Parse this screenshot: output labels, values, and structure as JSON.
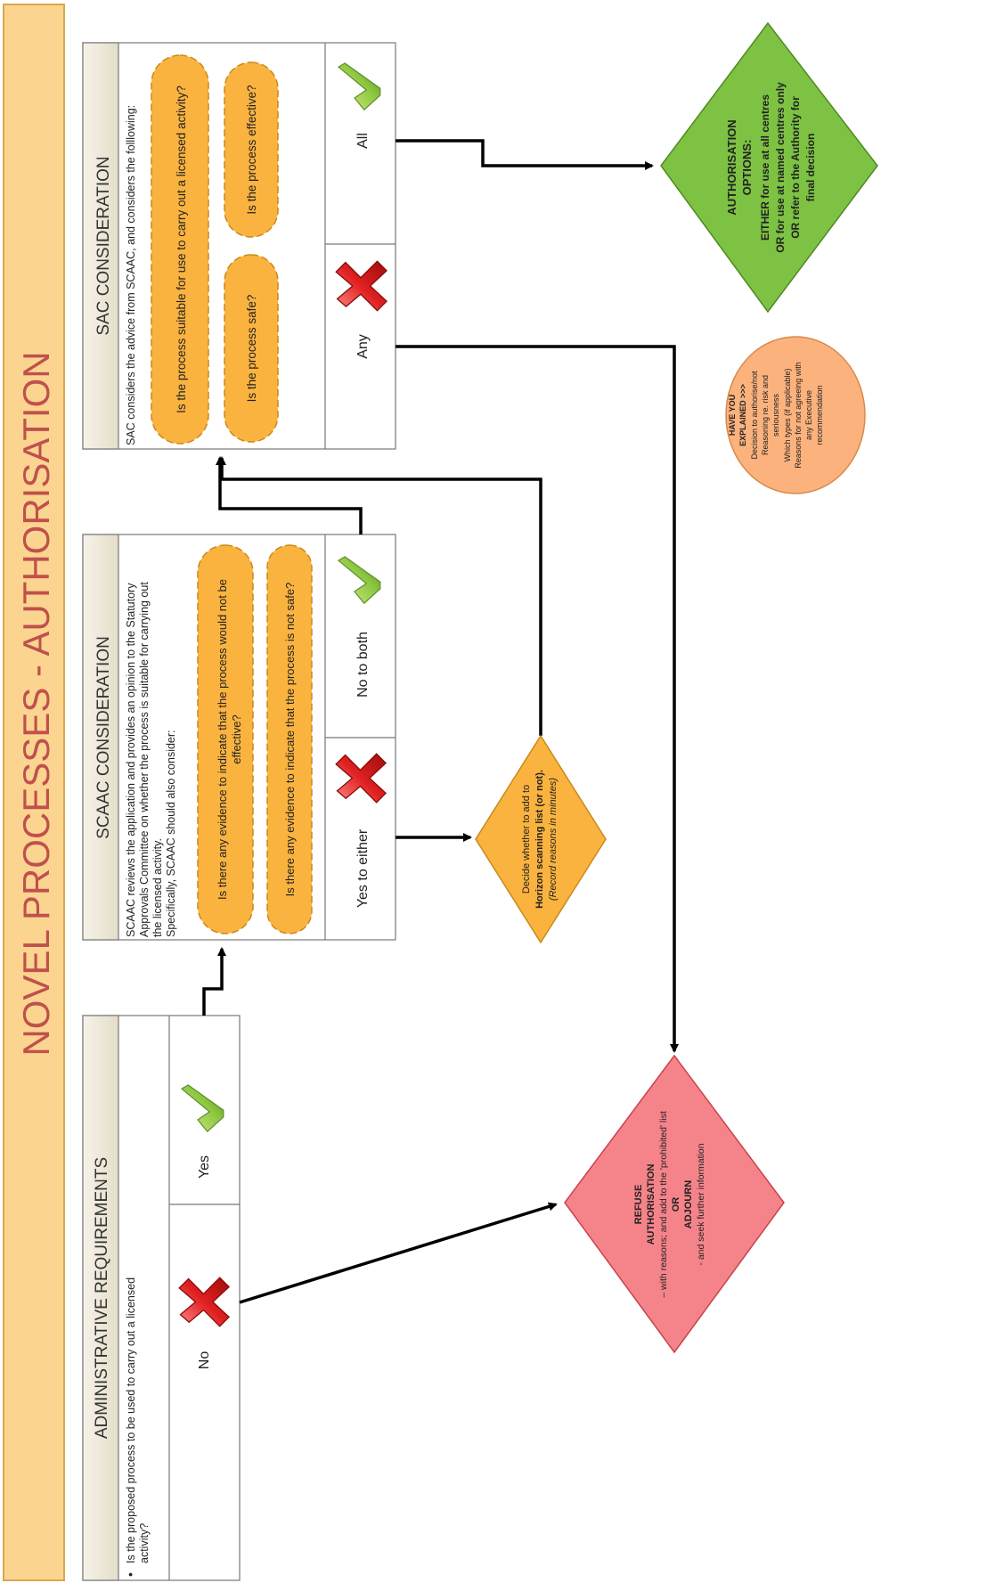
{
  "page_title": "NOVEL PROCESSES - AUTHORISATION",
  "admin": {
    "title": "ADMINISTRATIVE REQUIREMENTS",
    "bullet_l1": "Is the proposed process to be used to carry out a licensed",
    "bullet_l2": "activity?",
    "yes": "Yes",
    "no": "No"
  },
  "scaac": {
    "title": "SCAAC CONSIDERATION",
    "desc_l1": "SCAAC reviews the application and provides an opinion to the Statutory",
    "desc_l2": "Approvals Committee on whether the process is suitable for carrying out",
    "desc_l3": "the licensed activity.",
    "desc_l4": "Specifically, SCAAC should also consider:",
    "q1_l1": "Is there any evidence to indicate that the process would not be",
    "q1_l2": "effective?",
    "q2": "Is there any evidence to indicate that the process is not safe?",
    "yes_either": "Yes to either",
    "no_both": "No to both"
  },
  "sac": {
    "title": "SAC CONSIDERATION",
    "desc": "SAC considers the advice from SCAAC, and considers the folllowing:",
    "q_suitable": "Is the process suitable for use to carry out a licensed activity?",
    "q_safe": "Is the process safe?",
    "q_effective": "Is the process effective?",
    "any": "Any",
    "all": "All"
  },
  "horizon": {
    "l1": "Decide whether to add to",
    "l2": "Horizon scanning list (or not).",
    "l3": "(Record reasons in minutes)"
  },
  "refuse": {
    "l1": "REFUSE",
    "l2": "AUTHORISATION",
    "l3": "– with reasons; and add to the 'prohibited' list",
    "l4": "OR",
    "l5": "ADJOURN",
    "l6": "- and seek further information"
  },
  "options": {
    "l1": "AUTHORISATION",
    "l2": "OPTIONS:",
    "l3": "EITHER for use at all centres",
    "l4": "OR for use at named centres only",
    "l5": "OR refer to the Authority for",
    "l6": "final decision"
  },
  "explained": {
    "l1": "HAVE YOU",
    "l2": "EXPLAINED >>>",
    "l3": "Decision to authorise/not",
    "l4": "Reasoning re. risk and",
    "l5": "seriousness",
    "l6": "Which types (if applicable)",
    "l7": "Reasons for not agreeing with",
    "l8": "any Executive",
    "l9": "recommendation"
  },
  "colors": {
    "banner": "#FBD590",
    "banner_text": "#C0504D",
    "cloud": "#FBB33F",
    "green_diamond": "#7DC242",
    "red_diamond": "#F5848A",
    "orange_diamond": "#FBB33F",
    "explained_circle": "#FBB27D"
  },
  "icons": [
    "check-icon",
    "cross-icon"
  ]
}
